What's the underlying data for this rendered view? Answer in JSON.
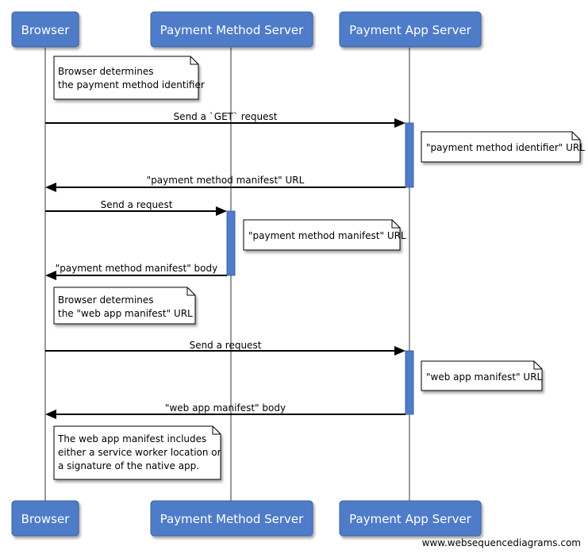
{
  "participants": [
    {
      "id": "browser",
      "label": "Browser"
    },
    {
      "id": "pms",
      "label": "Payment Method Server"
    },
    {
      "id": "pas",
      "label": "Payment App Server"
    }
  ],
  "messages": [
    {
      "from": "browser",
      "to": "pas",
      "label": "Send a `GET` request"
    },
    {
      "from": "pas",
      "to": "browser",
      "label": "\"payment method manifest\" URL"
    },
    {
      "from": "browser",
      "to": "pms",
      "label": "Send a request"
    },
    {
      "from": "pms",
      "to": "browser",
      "label": "\"payment method manifest\" body"
    },
    {
      "from": "browser",
      "to": "pas",
      "label": "Send a request"
    },
    {
      "from": "pas",
      "to": "browser",
      "label": "\"web app manifest\" body"
    }
  ],
  "notes": [
    {
      "over": "browser",
      "lines": [
        "Browser determines",
        "the payment method identifier"
      ]
    },
    {
      "over": "pas",
      "lines": [
        "\"payment method identifier\" URL"
      ]
    },
    {
      "over": "pms",
      "lines": [
        "\"payment method manifest\" URL"
      ]
    },
    {
      "over": "browser",
      "lines": [
        "Browser determines",
        "the \"web app manifest\" URL"
      ]
    },
    {
      "over": "pas",
      "lines": [
        "\"web app manifest\" URL"
      ]
    },
    {
      "over": "browser",
      "lines": [
        "The web app manifest includes",
        "either a service worker location or",
        "a signature of the native app."
      ]
    }
  ],
  "watermark": "www.websequencediagrams.com"
}
